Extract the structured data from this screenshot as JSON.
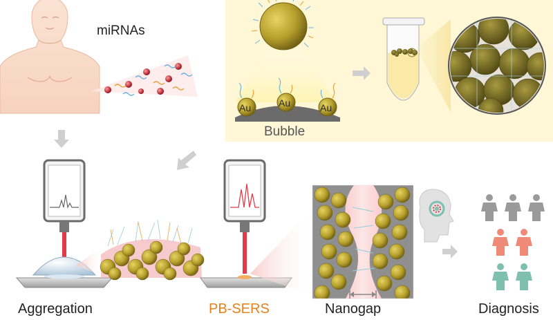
{
  "labels": {
    "mirnas": "miRNAs",
    "bubble": "Bubble",
    "au": "Au",
    "aggregation": "Aggregation",
    "pb_sers": "PB-SERS",
    "nanogap": "Nanogap",
    "diagnosis": "Diagnosis"
  },
  "colors": {
    "bubble_panel": "#fff7d6",
    "gold_particle": "#c9b23a",
    "gold_dark": "#8f7c1f",
    "mirna_bead": "#c8202d",
    "laser": "#e33a4a",
    "pb_sers_text": "#e8801a",
    "person_gray": "#9a9a9a",
    "person_salmon": "#f08a78",
    "person_teal": "#7fbfae"
  },
  "icons": [
    "human-torso-icon",
    "spectrometer-icon",
    "tube-icon",
    "head-icon",
    "person-icon",
    "arrow-icon"
  ]
}
